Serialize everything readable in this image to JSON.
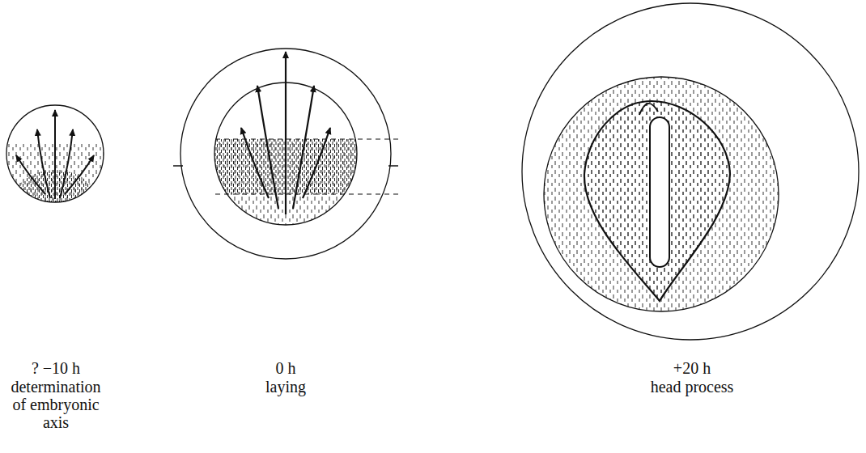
{
  "diagram": {
    "labels": [
      "? −10 h",
      "determination of embryonic axis",
      "0 h",
      "laying",
      "+20 h",
      "head process"
    ]
  }
}
